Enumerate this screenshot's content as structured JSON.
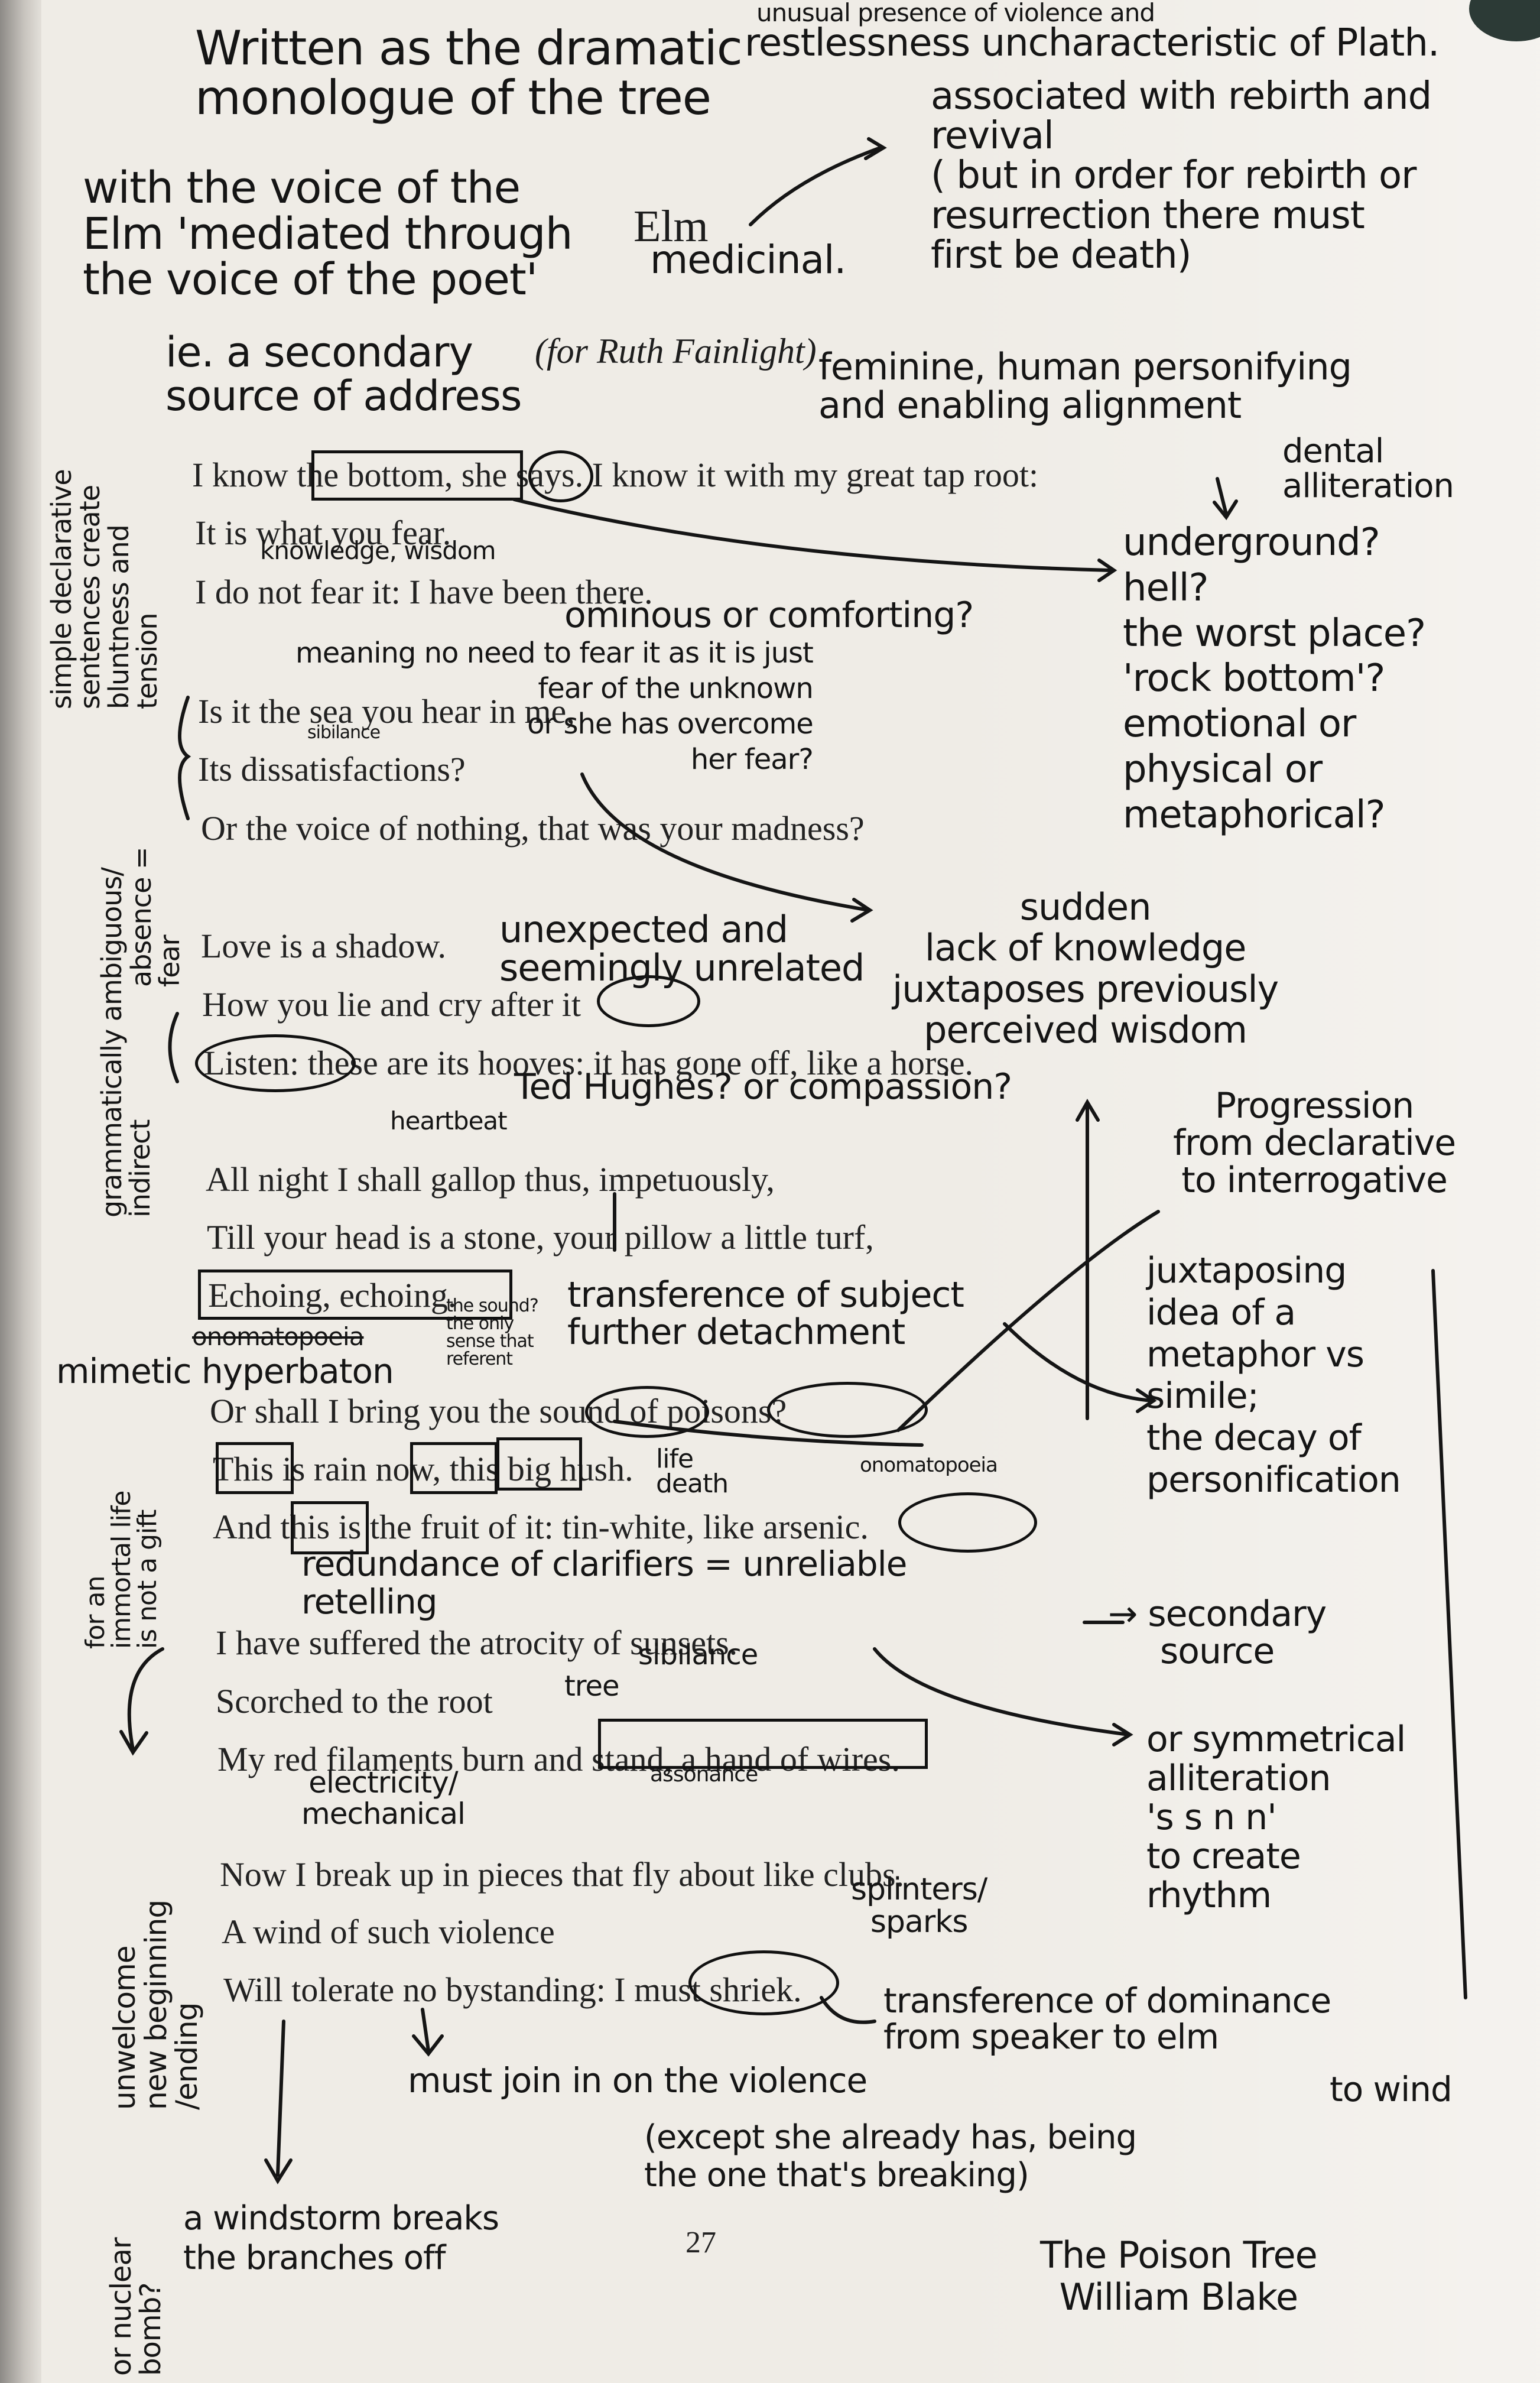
{
  "poem": {
    "title": "Elm",
    "dedication": "(for Ruth Fainlight)",
    "lines": [
      "I know the bottom, she says. I know it with my great tap root:",
      "It is what you fear.",
      "I do not fear it: I have been there.",
      "Is it the sea you hear in me,",
      "Its dissatisfactions?",
      "Or the voice of nothing, that was your madness?",
      "Love is a shadow.",
      "How you lie and cry after it",
      "Listen: these are its hooves: it has gone off, like a horse.",
      "All night I shall gallop thus, impetuously,",
      "Till your head is a stone, your pillow a little turf,",
      "Echoing, echoing.",
      "Or shall I bring you the sound of poisons?",
      "This is rain now, this big hush.",
      "And this is the fruit of it: tin-white, like arsenic.",
      "I have suffered the atrocity of sunsets.",
      "Scorched to the root",
      "My red filaments burn and stand, a hand of wires.",
      "Now I break up in pieces that fly about like clubs.",
      "A wind of such violence",
      "Will tolerate no bystanding: I must shriek."
    ],
    "page_number": "27"
  },
  "annotations": {
    "top_intro": "Written as the dramatic\nmonologue of the tree",
    "voice": "with the voice of the\nElm 'mediated through\nthe voice of the poet'",
    "secondary": "ie. a secondary\nsource of address",
    "medicinal": "medicinal.",
    "restlessness": "restlessness uncharacteristic of Plath.",
    "top_cut": "unusual presence of violence and",
    "rebirth": "associated with rebirth and\nrevival\n( but in order for rebirth or\nresurrection there must\nfirst be death)",
    "feminine": "feminine, human personifying\nand enabling alignment",
    "dental": "dental\nalliteration",
    "underground": "underground?\nhell?\nthe worst place?\n'rock bottom'?\nemotional or\nphysical or\nmetaphorical?",
    "knowledge": "knowledge, wisdom",
    "ominous": "ominous or comforting?",
    "meaning": "meaning no need to fear it as it is just\nfear of the unknown\nor she has overcome\nher fear?",
    "sibilance_1": "sibilance",
    "sudden": "sudden\nlack of knowledge\njuxtaposes previously\nperceived wisdom",
    "unexpected": "unexpected and\nseemingly unrelated",
    "ted": "Ted Hughes? or compassion?",
    "heartbeat": "heartbeat",
    "progression": "Progression\nfrom declarative\nto interrogative",
    "transference_subject": "transference of subject\nfurther detachment",
    "onomatopoeia_struck": "onomatopoeia",
    "mimetic": "mimetic hyperbaton",
    "sound_q": "the sound?\nthe only\nsense that\nreferent",
    "juxtaposing": "juxtaposing\nidea of a\nmetaphor vs\nsimile;\nthe decay of\npersonification",
    "onomatopoeia_2": "onomatopoeia",
    "life_death": "life\ndeath",
    "redundance": "redundance of clarifiers = unreliable\nretelling",
    "secondary_source": "→ secondary\nsource",
    "sibilance_2": "sibilance",
    "tree": "tree",
    "assonance": "assonance",
    "electricity": "electricity/\nmechanical",
    "symmetrical": "or symmetrical\nalliteration\n's s n n'\nto create\nrhythm",
    "splinters": "splinters/\nsparks",
    "transference_dominance": "transference of dominance\nfrom speaker to elm",
    "to_wind": "to wind",
    "must_join": "must join in on the violence",
    "except": "(except she already has, being\nthe one that's breaking)",
    "windstorm": "a windstorm breaks\nthe branches off",
    "poison_tree": "The Poison Tree\nWilliam Blake",
    "left_simple": "simple declarative\nsentences create\nbluntness and\ntension",
    "left_grammatically": "grammatically ambiguous/\nindirect",
    "left_absence": "absence =\nfear",
    "left_mortal": "for an\nimmortal life\nis not a gift",
    "left_unwelcome": "unwelcome\nnew beginning\n/ending",
    "left_nuclear": "or nuclear\nbomb?"
  },
  "colors": {
    "ink": "#151515",
    "paper": "#efece6",
    "print": "#222222"
  }
}
